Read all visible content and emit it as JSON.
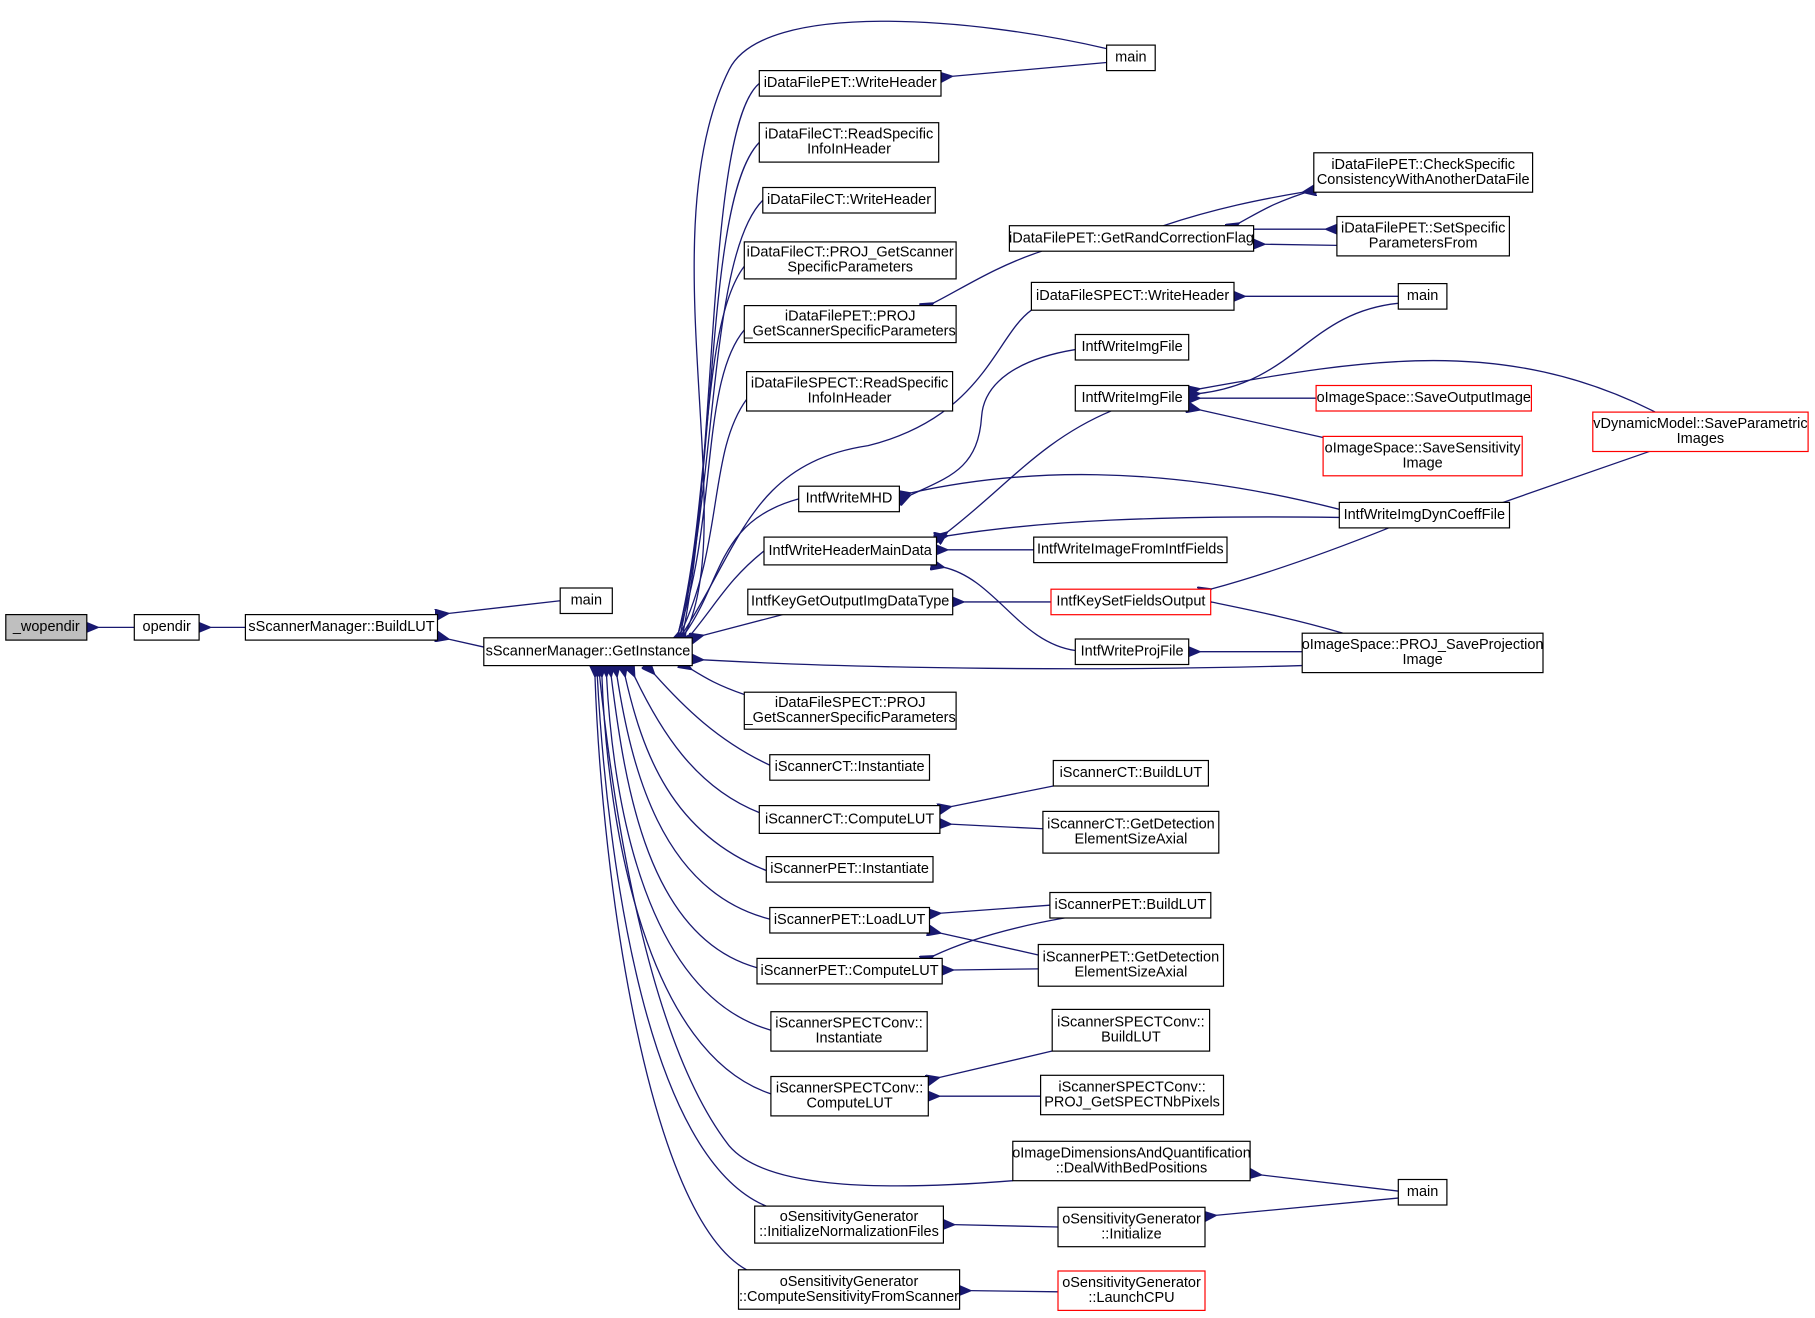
{
  "nodes": [
    {
      "id": "wopendir",
      "lines": [
        "_wopendir"
      ],
      "style": "gray"
    },
    {
      "id": "opendir",
      "lines": [
        "opendir"
      ]
    },
    {
      "id": "sm_buildlut",
      "lines": [
        "sScannerManager::BuildLUT"
      ]
    },
    {
      "id": "main_a",
      "lines": [
        "main"
      ]
    },
    {
      "id": "getinstance",
      "lines": [
        "sScannerManager::GetInstance"
      ]
    },
    {
      "id": "main_top",
      "lines": [
        "main"
      ]
    },
    {
      "id": "dfpet_writeheader",
      "lines": [
        "iDataFilePET::WriteHeader"
      ]
    },
    {
      "id": "dfct_readspecific",
      "lines": [
        "iDataFileCT::ReadSpecific",
        "InfoInHeader"
      ]
    },
    {
      "id": "dfct_writeheader",
      "lines": [
        "iDataFileCT::WriteHeader"
      ]
    },
    {
      "id": "dfct_proj",
      "lines": [
        "iDataFileCT::PROJ_GetScanner",
        "SpecificParameters"
      ]
    },
    {
      "id": "dfpet_proj",
      "lines": [
        "iDataFilePET::PROJ",
        "_GetScannerSpecificParameters"
      ]
    },
    {
      "id": "dfspect_readspecific",
      "lines": [
        "iDataFileSPECT::ReadSpecific",
        "InfoInHeader"
      ]
    },
    {
      "id": "intf_writemhd",
      "lines": [
        "IntfWriteMHD"
      ]
    },
    {
      "id": "intf_writeheadermain",
      "lines": [
        "IntfWriteHeaderMainData"
      ]
    },
    {
      "id": "intf_keygetoutput",
      "lines": [
        "IntfKeyGetOutputImgDataType"
      ]
    },
    {
      "id": "dfspect_proj",
      "lines": [
        "iDataFileSPECT::PROJ",
        "_GetScannerSpecificParameters"
      ]
    },
    {
      "id": "sct_instantiate",
      "lines": [
        "iScannerCT::Instantiate"
      ]
    },
    {
      "id": "sct_computelut",
      "lines": [
        "iScannerCT::ComputeLUT"
      ]
    },
    {
      "id": "spet_instantiate",
      "lines": [
        "iScannerPET::Instantiate"
      ]
    },
    {
      "id": "spet_loadlut",
      "lines": [
        "iScannerPET::LoadLUT"
      ]
    },
    {
      "id": "spet_computelut",
      "lines": [
        "iScannerPET::ComputeLUT"
      ]
    },
    {
      "id": "sspect_instantiate",
      "lines": [
        "iScannerSPECTConv::",
        "Instantiate"
      ]
    },
    {
      "id": "sspect_computelut",
      "lines": [
        "iScannerSPECTConv::",
        "ComputeLUT"
      ]
    },
    {
      "id": "oidq_deal",
      "lines": [
        "oImageDimensionsAndQuantification",
        "::DealWithBedPositions"
      ]
    },
    {
      "id": "osg_initnorm",
      "lines": [
        "oSensitivityGenerator",
        "::InitializeNormalizationFiles"
      ]
    },
    {
      "id": "osg_computesens",
      "lines": [
        "oSensitivityGenerator",
        "::ComputeSensitivityFromScanner"
      ]
    },
    {
      "id": "dfpet_getrand",
      "lines": [
        "iDataFilePET::GetRandCorrectionFlag"
      ]
    },
    {
      "id": "dfpet_checkspecific",
      "lines": [
        "iDataFilePET::CheckSpecific",
        "ConsistencyWithAnotherDataFile"
      ]
    },
    {
      "id": "dfpet_setspecific",
      "lines": [
        "iDataFilePET::SetSpecific",
        "ParametersFrom"
      ]
    },
    {
      "id": "dfspect_writeheader",
      "lines": [
        "iDataFileSPECT::WriteHeader"
      ]
    },
    {
      "id": "main_spect",
      "lines": [
        "main"
      ]
    },
    {
      "id": "intf_writeimgfile_1",
      "lines": [
        "IntfWriteImgFile"
      ]
    },
    {
      "id": "intf_writeimgfile_2",
      "lines": [
        "IntfWriteImgFile"
      ]
    },
    {
      "id": "ois_saveoutput",
      "lines": [
        "oImageSpace::SaveOutputImage"
      ],
      "style": "red"
    },
    {
      "id": "ois_savesens",
      "lines": [
        "oImageSpace::SaveSensitivity",
        "Image"
      ],
      "style": "red"
    },
    {
      "id": "vdm_saveparam",
      "lines": [
        "vDynamicModel::SaveParametric",
        "Images"
      ],
      "style": "red"
    },
    {
      "id": "intf_writeimgdyn",
      "lines": [
        "IntfWriteImgDynCoeffFile"
      ]
    },
    {
      "id": "intf_writeimagefromintf",
      "lines": [
        "IntfWriteImageFromIntfFields"
      ]
    },
    {
      "id": "intf_keysetfields",
      "lines": [
        "IntfKeySetFieldsOutput"
      ],
      "style": "red"
    },
    {
      "id": "intf_writeprojfile",
      "lines": [
        "IntfWriteProjFile"
      ]
    },
    {
      "id": "ois_projsave",
      "lines": [
        "oImageSpace::PROJ_SaveProjection",
        "Image"
      ]
    },
    {
      "id": "sct_buildlut",
      "lines": [
        "iScannerCT::BuildLUT"
      ]
    },
    {
      "id": "sct_getdetect",
      "lines": [
        "iScannerCT::GetDetection",
        "ElementSizeAxial"
      ]
    },
    {
      "id": "spet_buildlut",
      "lines": [
        "iScannerPET::BuildLUT"
      ]
    },
    {
      "id": "spet_getdetect",
      "lines": [
        "iScannerPET::GetDetection",
        "ElementSizeAxial"
      ]
    },
    {
      "id": "sspect_buildlut",
      "lines": [
        "iScannerSPECTConv::",
        "BuildLUT"
      ]
    },
    {
      "id": "sspect_getnbpix",
      "lines": [
        "iScannerSPECTConv::",
        "PROJ_GetSPECTNbPixels"
      ]
    },
    {
      "id": "main_bottom",
      "lines": [
        "main"
      ]
    },
    {
      "id": "osg_initialize",
      "lines": [
        "oSensitivityGenerator",
        "::Initialize"
      ]
    },
    {
      "id": "osg_launchcpu",
      "lines": [
        "oSensitivityGenerator",
        "::LaunchCPU"
      ],
      "style": "red"
    }
  ],
  "edges": [
    {
      "from": "opendir",
      "to": "wopendir"
    },
    {
      "from": "sm_buildlut",
      "to": "opendir"
    },
    {
      "from": "main_a",
      "to": "sm_buildlut"
    },
    {
      "from": "getinstance",
      "to": "sm_buildlut"
    },
    {
      "from": "main_top",
      "to": "getinstance"
    },
    {
      "from": "dfpet_writeheader",
      "to": "getinstance"
    },
    {
      "from": "dfct_readspecific",
      "to": "getinstance"
    },
    {
      "from": "dfct_writeheader",
      "to": "getinstance"
    },
    {
      "from": "dfct_proj",
      "to": "getinstance"
    },
    {
      "from": "dfpet_proj",
      "to": "getinstance"
    },
    {
      "from": "dfspect_readspecific",
      "to": "getinstance"
    },
    {
      "from": "dfspect_writeheader",
      "to": "getinstance"
    },
    {
      "from": "intf_writemhd",
      "to": "getinstance"
    },
    {
      "from": "intf_writeheadermain",
      "to": "getinstance"
    },
    {
      "from": "intf_keygetoutput",
      "to": "getinstance"
    },
    {
      "from": "ois_projsave",
      "to": "getinstance"
    },
    {
      "from": "dfspect_proj",
      "to": "getinstance"
    },
    {
      "from": "sct_instantiate",
      "to": "getinstance"
    },
    {
      "from": "sct_computelut",
      "to": "getinstance"
    },
    {
      "from": "spet_instantiate",
      "to": "getinstance"
    },
    {
      "from": "spet_loadlut",
      "to": "getinstance"
    },
    {
      "from": "spet_computelut",
      "to": "getinstance"
    },
    {
      "from": "sspect_instantiate",
      "to": "getinstance"
    },
    {
      "from": "sspect_computelut",
      "to": "getinstance"
    },
    {
      "from": "oidq_deal",
      "to": "getinstance"
    },
    {
      "from": "osg_initnorm",
      "to": "getinstance"
    },
    {
      "from": "osg_computesens",
      "to": "getinstance"
    },
    {
      "from": "main_top",
      "to": "dfpet_writeheader"
    },
    {
      "from": "dfpet_getrand",
      "to": "dfpet_proj"
    },
    {
      "from": "dfpet_checkspecific",
      "to": "dfpet_getrand"
    },
    {
      "from": "dfpet_setspecific",
      "to": "dfpet_getrand"
    },
    {
      "from": "dfpet_getrand",
      "to": "dfpet_checkspecific"
    },
    {
      "from": "dfpet_getrand",
      "to": "dfpet_setspecific"
    },
    {
      "from": "main_spect",
      "to": "dfspect_writeheader"
    },
    {
      "from": "intf_writeimgfile_1",
      "to": "intf_writemhd"
    },
    {
      "from": "intf_writeimgdyn",
      "to": "intf_writemhd"
    },
    {
      "from": "intf_writeimgfile_2",
      "to": "intf_writeheadermain"
    },
    {
      "from": "intf_writeimgdyn",
      "to": "intf_writeheadermain"
    },
    {
      "from": "intf_writeimagefromintf",
      "to": "intf_writeheadermain"
    },
    {
      "from": "intf_writeprojfile",
      "to": "intf_writeheadermain"
    },
    {
      "from": "main_spect",
      "to": "intf_writeimgfile_2"
    },
    {
      "from": "ois_saveoutput",
      "to": "intf_writeimgfile_2"
    },
    {
      "from": "ois_savesens",
      "to": "intf_writeimgfile_2"
    },
    {
      "from": "vdm_saveparam",
      "to": "intf_writeimgfile_2"
    },
    {
      "from": "vdm_saveparam",
      "to": "intf_writeimgdyn"
    },
    {
      "from": "intf_keysetfields",
      "to": "intf_keygetoutput"
    },
    {
      "from": "intf_writeimgdyn",
      "to": "intf_keysetfields"
    },
    {
      "from": "ois_projsave",
      "to": "intf_keysetfields"
    },
    {
      "from": "ois_projsave",
      "to": "intf_writeprojfile"
    },
    {
      "from": "sct_buildlut",
      "to": "sct_computelut"
    },
    {
      "from": "sct_getdetect",
      "to": "sct_computelut"
    },
    {
      "from": "spet_buildlut",
      "to": "spet_computelut"
    },
    {
      "from": "spet_getdetect",
      "to": "spet_computelut"
    },
    {
      "from": "spet_getdetect",
      "to": "spet_loadlut"
    },
    {
      "from": "spet_buildlut",
      "to": "spet_loadlut"
    },
    {
      "from": "sspect_buildlut",
      "to": "sspect_computelut"
    },
    {
      "from": "sspect_getnbpix",
      "to": "sspect_computelut"
    },
    {
      "from": "main_bottom",
      "to": "oidq_deal"
    },
    {
      "from": "main_bottom",
      "to": "osg_initialize"
    },
    {
      "from": "osg_initialize",
      "to": "osg_initnorm"
    },
    {
      "from": "osg_launchcpu",
      "to": "osg_computesens"
    }
  ],
  "colors": {
    "edge": "#191970",
    "border": "#000000",
    "highlight_fill": "#bfbfbf",
    "truncated_border": "#ff0000"
  }
}
